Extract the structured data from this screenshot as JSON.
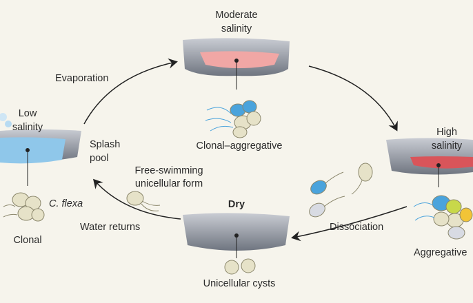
{
  "stages": {
    "moderate": {
      "title_line1": "Moderate",
      "title_line2": "salinity",
      "form": "Clonal–aggregative",
      "water_color": "#f1a7a5"
    },
    "high": {
      "title_line1": "High",
      "title_line2": "salinity",
      "form": "Aggregative",
      "water_color": "#d9555a"
    },
    "low": {
      "title_line1": "Low",
      "title_line2": "salinity",
      "form": "Clonal",
      "water_color": "#8fc7ea",
      "pool_line1": "Splash",
      "pool_line2": "pool",
      "species": "C. flexa"
    },
    "dry": {
      "title": "Dry",
      "form": "Unicellular cysts"
    }
  },
  "transitions": {
    "evaporation": "Evaporation",
    "dissociation": "Dissociation",
    "water_returns": "Water returns",
    "free_swimming_line1": "Free-swimming",
    "free_swimming_line2": "unicellular form"
  },
  "colors": {
    "rock": "#9ea3ad",
    "cell": "#e6e2c8",
    "cell_blue": "#4aa3dc",
    "background": "#f6f4ec"
  }
}
